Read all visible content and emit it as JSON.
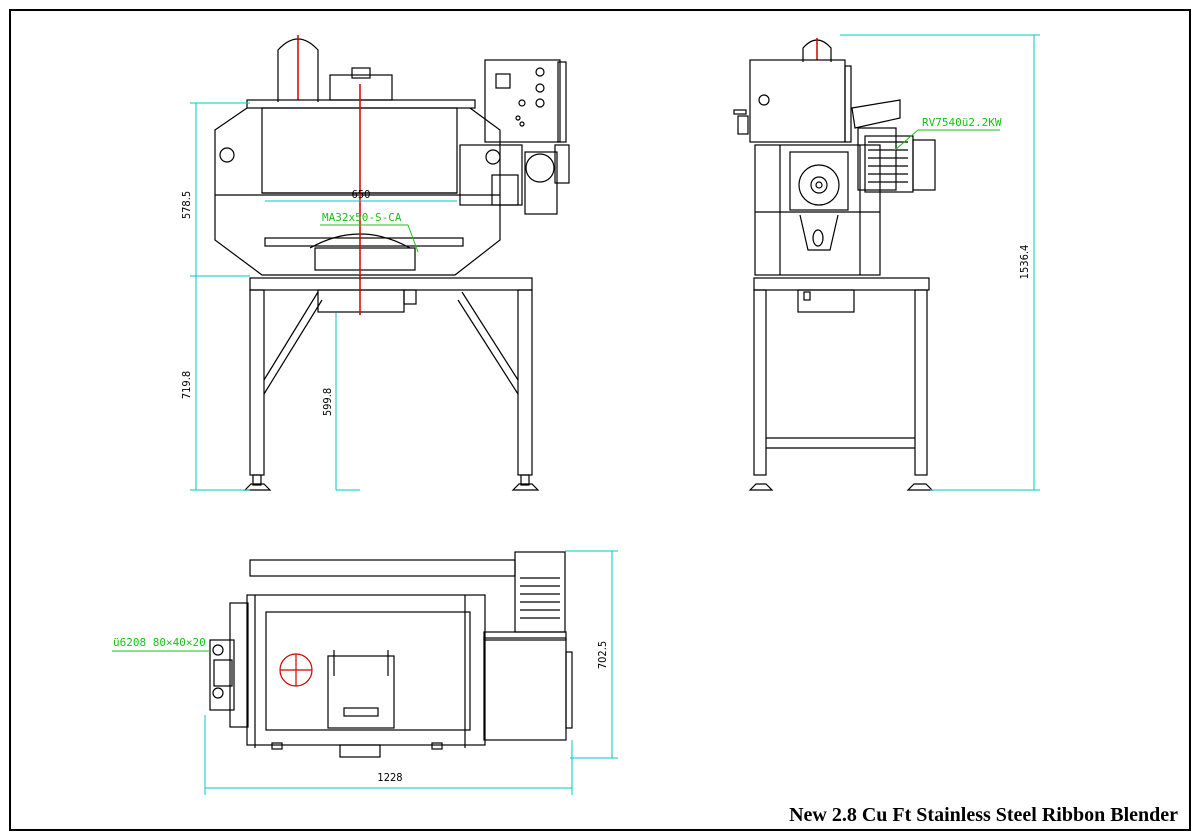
{
  "drawing": {
    "title": "New 2.8 Cu Ft Stainless Steel Ribbon Blender",
    "colors": {
      "line": "#000000",
      "dimension": "#00c8c8",
      "callout": "#19c219",
      "centerline": "#d40000"
    }
  },
  "front_view": {
    "dims": {
      "width": "650",
      "tank_height": "578.5",
      "leg_height": "719.8",
      "outlet_height": "599.8"
    },
    "callout": "MA32x50-S-CA"
  },
  "side_view": {
    "dims": {
      "overall_height": "1536.4"
    },
    "callout": "RV7540ü2.2KW"
  },
  "top_view": {
    "dims": {
      "length": "1228",
      "depth": "702.5"
    },
    "callout": "ü6208 80×40×20"
  }
}
